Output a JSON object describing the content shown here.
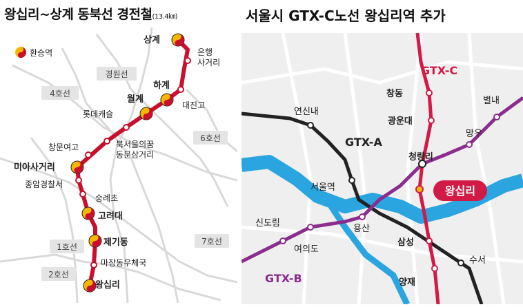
{
  "left_map": {
    "title": "왕십리~상계 동북선 경전철",
    "length_note": "(13.4㎞)",
    "legend_label": "환승역",
    "line_color": "#c8102e",
    "line_labels": [
      "4호선",
      "경원선",
      "6호선",
      "1호선",
      "7호선",
      "2호선"
    ],
    "stations": [
      {
        "name": "상계",
        "transfer": true
      },
      {
        "name": "은행\n사거리",
        "transfer": false
      },
      {
        "name": "하계",
        "transfer": true
      },
      {
        "name": "대진고",
        "transfer": false
      },
      {
        "name": "월계",
        "transfer": true
      },
      {
        "name": "롯데캐슬",
        "transfer": false
      },
      {
        "name": "북서울의꿈\n동문삼거리",
        "transfer": false
      },
      {
        "name": "창문여고",
        "transfer": false
      },
      {
        "name": "미아사거리",
        "transfer": true
      },
      {
        "name": "종암경찰서",
        "transfer": false
      },
      {
        "name": "숭례초",
        "transfer": false
      },
      {
        "name": "고려대",
        "transfer": true
      },
      {
        "name": "제기동",
        "transfer": true
      },
      {
        "name": "마장동우체국",
        "transfer": false
      },
      {
        "name": "왕십리",
        "transfer": true
      }
    ]
  },
  "right_map": {
    "title": "서울시 GTX-C노선 왕십리역 추가",
    "colors": {
      "gtx_a": "#222222",
      "gtx_b": "#8a2d8c",
      "gtx_c": "#d11a45",
      "river": "#2aa5e0",
      "highlight": "#d11a45"
    },
    "lines": {
      "gtx_a": "GTX-A",
      "gtx_b": "GTX-B",
      "gtx_c": "GTX-C"
    },
    "stations": [
      "연신내",
      "창동",
      "광운대",
      "별내",
      "망우",
      "청량리",
      "왕십리",
      "서울역",
      "용산",
      "신도림",
      "여의도",
      "삼성",
      "수서",
      "양재"
    ]
  }
}
